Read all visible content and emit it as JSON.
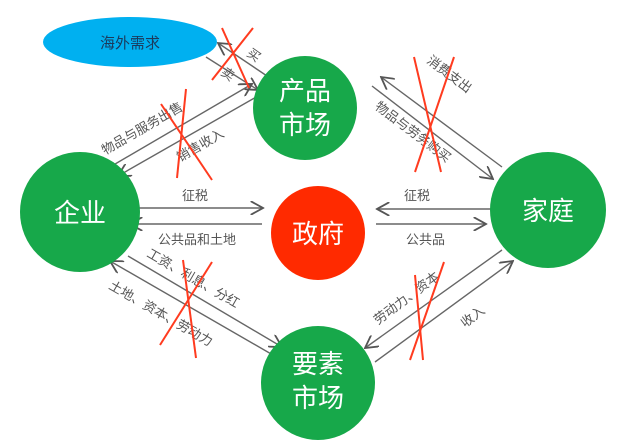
{
  "nodes": {
    "overseas": "海外需求",
    "product_market_1": "产品",
    "product_market_2": "市场",
    "firm": "企业",
    "government": "政府",
    "household": "家庭",
    "factor_market_1": "要素",
    "factor_market_2": "市场"
  },
  "flows": {
    "buy": "买",
    "sell": "卖",
    "goods_services_sold": "物品与服务出售",
    "sales_revenue": "销售收入",
    "consumption_spending": "消费支出",
    "goods_services_bought": "物品与劳务购买",
    "tax_firm": "征税",
    "public_goods_land": "公共品和土地",
    "tax_household": "征税",
    "public_goods": "公共品",
    "wages_interest_dividends": "工资、利息、分红",
    "land_capital_labor": "土地、资本、劳动力",
    "labor_capital": "劳动力、资本",
    "income": "收入"
  },
  "colors": {
    "green": "#17a84a",
    "red": "#ff2a00",
    "blue": "#00b0f0",
    "cross": "#ff3b1f"
  }
}
